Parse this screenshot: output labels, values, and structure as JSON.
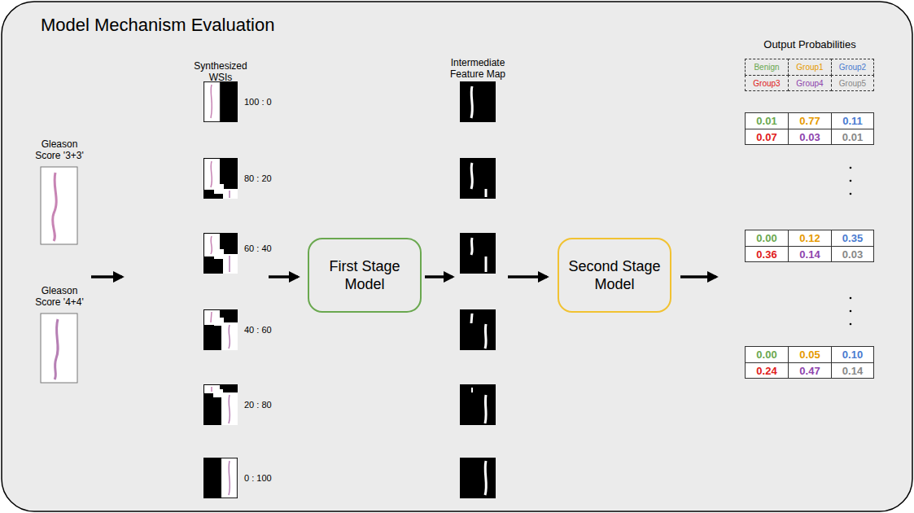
{
  "diagram": {
    "title": "Model Mechanism Evaluation",
    "nodes": [
      {
        "text": [
          "Gleason Score '3+3'"
        ]
      },
      {
        "text": [
          "Gleason Score '4+4'"
        ]
      },
      {
        "text": [
          "First Stage Model"
        ]
      },
      {
        "text": [
          "Second Stage Model"
        ]
      }
    ],
    "labels": [
      "Synthesized WSIs",
      "100 : 0",
      "80 : 20",
      "60 : 40",
      "40 : 60",
      "20 : 80",
      "0 : 100",
      "Intermediate Feature Map",
      "Output Probabilities",
      "Benign",
      "Group1",
      "Group2",
      "Group3",
      "Group4",
      "Group5",
      "0.01",
      "0.77",
      "0.11",
      "0.07",
      "0.03",
      "0.01",
      "0.00",
      "0.12",
      "0.35",
      "0.36",
      "0.14",
      "0.03",
      "0.00",
      "0.05",
      "0.10",
      "0.24",
      "0.47",
      "0.14"
    ]
  }
}
